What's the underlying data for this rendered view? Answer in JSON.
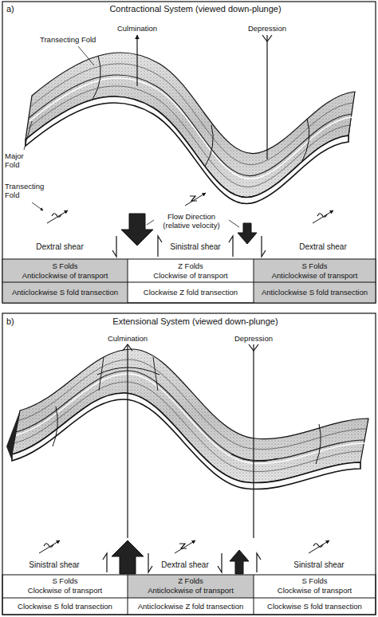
{
  "diagram": {
    "labels": [
      "a)",
      "Contractional System (viewed down-plunge)",
      "Culmination",
      "Depression",
      "Transecting Fold",
      "Major Fold",
      "Transecting Fold",
      "Flow Direction (relative velocity)",
      "Dextral shear",
      "Sinistral shear",
      "Dextral shear",
      "S Folds",
      "Anticlockwise of transport",
      "Z Folds",
      "Clockwise of transport",
      "S Folds",
      "Anticlockwise of transport",
      "Anticlockwise S fold transection",
      "Clockwise Z fold transection",
      "Anticlockwise S fold transection",
      "b)",
      "Extensional System (viewed down-plunge)",
      "Culmination",
      "Depression",
      "Sinistral shear",
      "Dextral shear",
      "Sinistral shear",
      "S Folds",
      "Clockwise of transport",
      "Z Folds",
      "Anticlockwise of transport",
      "S Folds",
      "Clockwise of transport",
      "Clockwise S fold transection",
      "Anticlockwise Z fold transection",
      "Clockwise S fold transection"
    ]
  }
}
